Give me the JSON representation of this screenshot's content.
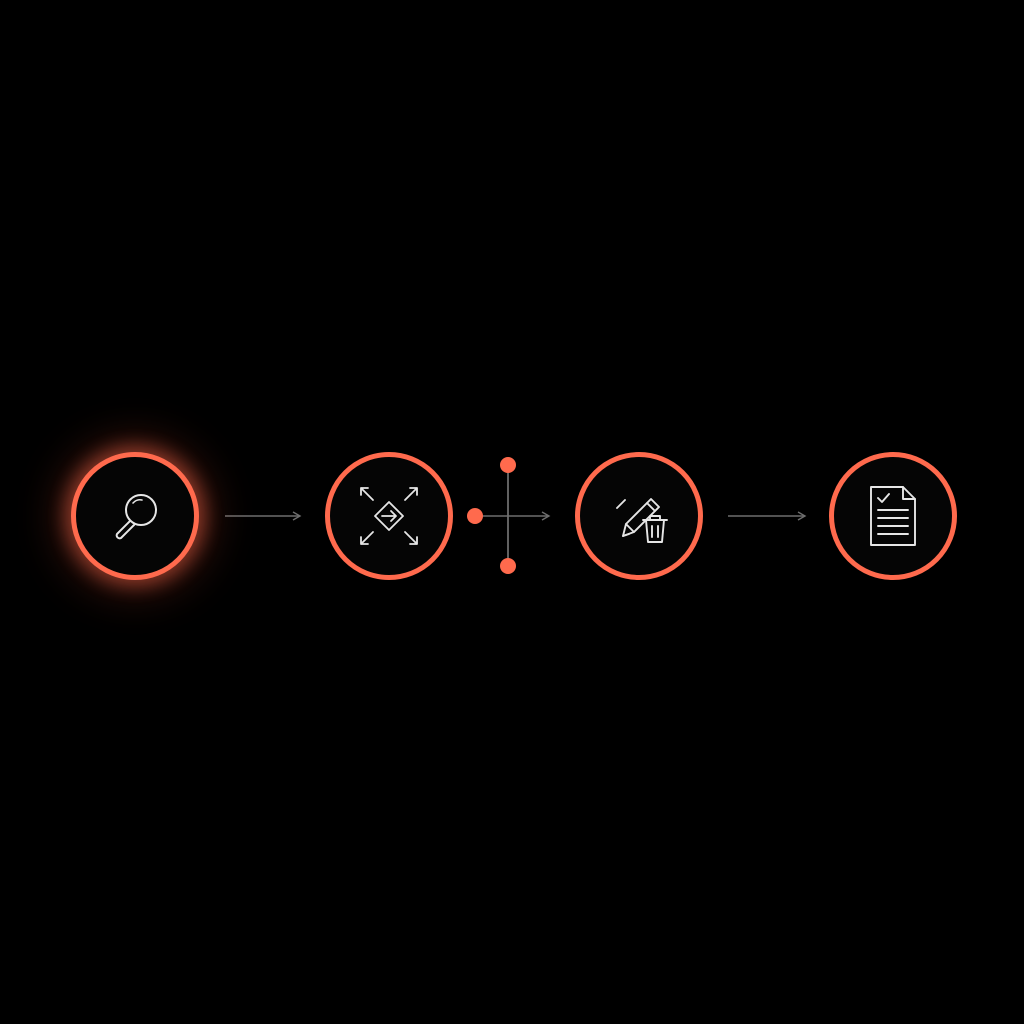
{
  "diagram": {
    "steps": [
      {
        "id": "search",
        "icon": "magnifier-icon",
        "active": true
      },
      {
        "id": "route",
        "icon": "diamond-arrow-expand-icon",
        "active": false
      },
      {
        "id": "edit",
        "icon": "pencil-trash-icon",
        "active": false
      },
      {
        "id": "document",
        "icon": "checklist-document-icon",
        "active": false
      }
    ],
    "colors": {
      "accent": "#ff6a4d",
      "icon_stroke": "#e6e6e6",
      "connector": "#6e6e6e",
      "background": "#000000"
    }
  }
}
